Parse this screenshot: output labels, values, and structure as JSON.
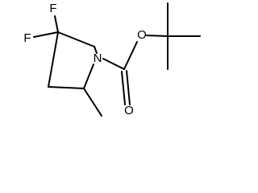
{
  "molecule": {
    "atoms": {
      "fluorine_top": "F",
      "fluorine_left": "F",
      "ring_nitrogen": "N",
      "ester_oxygen": "O",
      "carbonyl_oxygen": "O"
    }
  }
}
